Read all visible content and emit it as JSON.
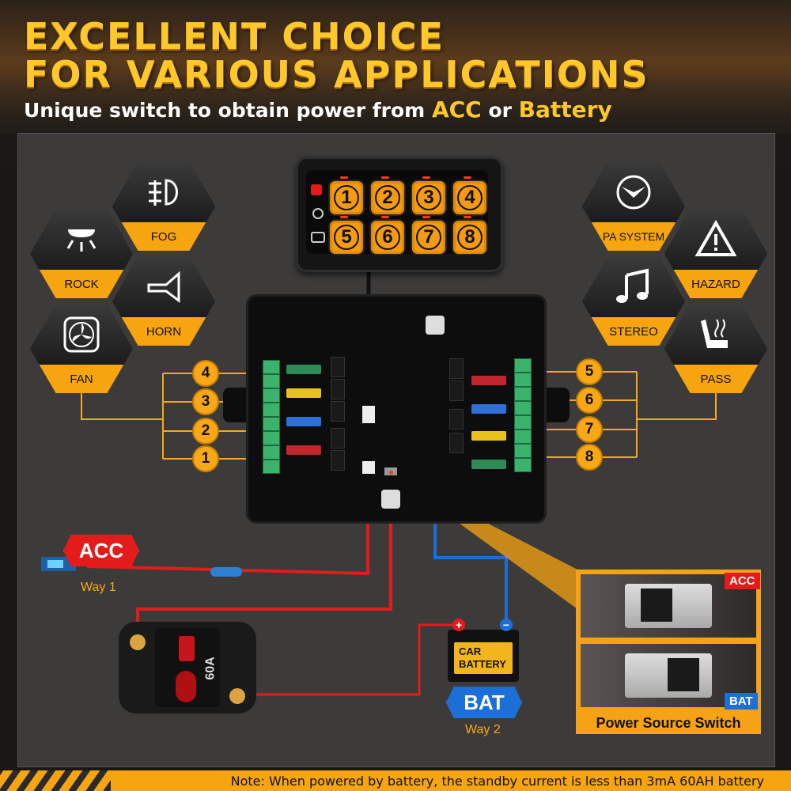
{
  "header": {
    "line1": "EXCELLENT CHOICE",
    "line2": "FOR VARIOUS APPLICATIONS",
    "subtitle_prefix": "Unique switch to obtain power from",
    "subtitle_acc": "ACC",
    "subtitle_or": "or",
    "subtitle_battery": "Battery"
  },
  "left_icons": [
    {
      "label": "FOG",
      "icon": "fog-light-icon"
    },
    {
      "label": "ROCK",
      "icon": "rock-light-icon"
    },
    {
      "label": "HORN",
      "icon": "horn-icon"
    },
    {
      "label": "FAN",
      "icon": "fan-icon"
    }
  ],
  "right_icons": [
    {
      "label": "PA SYSTEM",
      "icon": "pa-system-icon"
    },
    {
      "label": "HAZARD",
      "icon": "hazard-icon"
    },
    {
      "label": "STEREO",
      "icon": "music-note-icon"
    },
    {
      "label": "PASS",
      "icon": "seat-heater-icon"
    }
  ],
  "keypad": {
    "buttons": [
      "1",
      "2",
      "3",
      "4",
      "5",
      "6",
      "7",
      "8"
    ]
  },
  "left_circuits": [
    "4",
    "3",
    "2",
    "1"
  ],
  "right_circuits": [
    "5",
    "6",
    "7",
    "8"
  ],
  "acc": {
    "label": "ACC",
    "way": "Way 1"
  },
  "breaker": {
    "rating": "60A"
  },
  "battery": {
    "line1": "CAR",
    "line2": "BATTERY",
    "plus": "+",
    "minus": "−"
  },
  "bat": {
    "label": "BAT",
    "way": "Way 2"
  },
  "power_switch": {
    "acc_tag": "ACC",
    "bat_tag": "BAT",
    "caption": "Power Source Switch"
  },
  "note": "Note: When powered by battery, the standby current is less than 3mA 60AH battery",
  "colors": {
    "accent": "#f6a410",
    "headline": "#ffc82a",
    "acc_red": "#e31b1b",
    "bat_blue": "#1b6fd6"
  }
}
